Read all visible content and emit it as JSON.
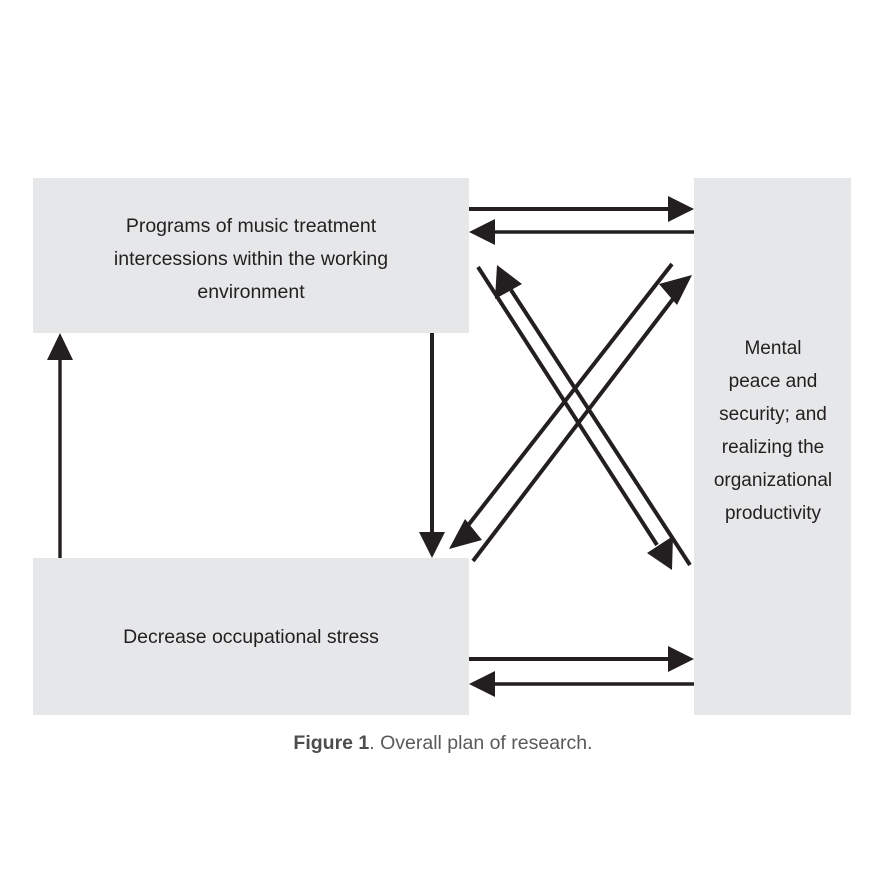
{
  "figure": {
    "caption_label": "Figure 1",
    "caption_text": ". Overall plan of research.",
    "background_color": "#ffffff",
    "box_fill_color": "#e6e7e8",
    "line_color": "#231f20",
    "caption_color": "#58595b"
  },
  "nodes": [
    {
      "id": "music-program",
      "lines": [
        "Programs of music treatment",
        "intercessions within the working",
        "environment"
      ]
    },
    {
      "id": "occupational-stress",
      "lines": [
        "Decrease occupational stress"
      ]
    },
    {
      "id": "mental-peace",
      "lines": [
        "Mental",
        "peace and",
        "security; and",
        "realizing the",
        "organizational",
        "productivity"
      ]
    }
  ],
  "connections": [
    {
      "id": "top-to-right",
      "from": "music-program",
      "to": "mental-peace",
      "direction": "right"
    },
    {
      "id": "right-to-top",
      "from": "mental-peace",
      "to": "music-program",
      "direction": "left"
    },
    {
      "id": "bottom-to-right",
      "from": "occupational-stress",
      "to": "mental-peace",
      "direction": "right"
    },
    {
      "id": "right-to-bottom",
      "from": "mental-peace",
      "to": "occupational-stress",
      "direction": "left"
    },
    {
      "id": "top-to-bottom",
      "from": "music-program",
      "to": "occupational-stress",
      "direction": "down"
    },
    {
      "id": "bottom-to-top",
      "from": "occupational-stress",
      "to": "music-program",
      "direction": "up"
    },
    {
      "id": "right-to-topleft-diagonal",
      "from": "mental-peace",
      "to": "music-program",
      "direction": "up-left"
    },
    {
      "id": "bottom-to-right-diagonal",
      "from": "occupational-stress",
      "to": "mental-peace",
      "direction": "up-right"
    },
    {
      "id": "top-to-bottomright-diagonal",
      "from": "music-program",
      "to": "mental-peace",
      "direction": "down-right"
    },
    {
      "id": "right-to-bottomleft-diagonal",
      "from": "mental-peace",
      "to": "occupational-stress",
      "direction": "down-left"
    }
  ]
}
